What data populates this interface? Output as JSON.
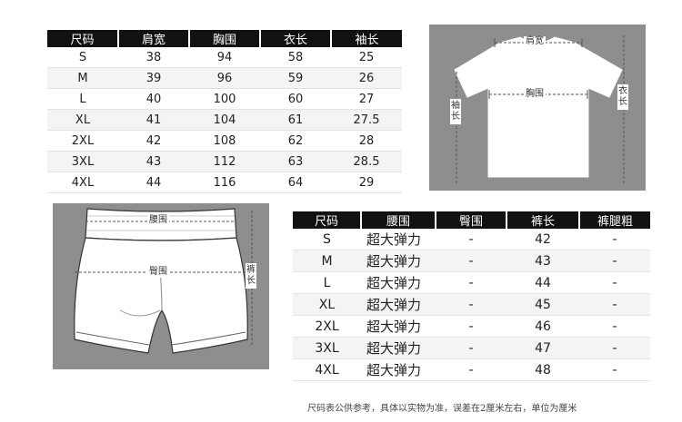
{
  "top_table": {
    "headers": [
      "尺码",
      "肩宽",
      "胸围",
      "衣长",
      "袖长"
    ],
    "rows": [
      [
        "S",
        "38",
        "94",
        "58",
        "25"
      ],
      [
        "M",
        "39",
        "96",
        "59",
        "26"
      ],
      [
        "L",
        "40",
        "100",
        "60",
        "27"
      ],
      [
        "XL",
        "41",
        "104",
        "61",
        "27.5"
      ],
      [
        "2XL",
        "42",
        "108",
        "62",
        "28"
      ],
      [
        "3XL",
        "43",
        "112",
        "63",
        "28.5"
      ],
      [
        "4XL",
        "44",
        "116",
        "64",
        "29"
      ]
    ]
  },
  "tshirt_diagram": {
    "shoulder_label": "肩宽",
    "chest_label": "胸围",
    "sleeve_label": "袖长",
    "length_label": "衣长"
  },
  "shorts_diagram": {
    "waist_label": "腰围",
    "hip_label": "臀围",
    "length_label": "裤长"
  },
  "bottom_table": {
    "headers": [
      "尺码",
      "腰围",
      "臀围",
      "裤长",
      "裤腿粗"
    ],
    "rows": [
      [
        "S",
        "超大弹力",
        "-",
        "42",
        "-"
      ],
      [
        "M",
        "超大弹力",
        "-",
        "43",
        "-"
      ],
      [
        "L",
        "超大弹力",
        "-",
        "44",
        "-"
      ],
      [
        "XL",
        "超大弹力",
        "-",
        "45",
        "-"
      ],
      [
        "2XL",
        "超大弹力",
        "-",
        "46",
        "-"
      ],
      [
        "3XL",
        "超大弹力",
        "-",
        "47",
        "-"
      ],
      [
        "4XL",
        "超大弹力",
        "-",
        "48",
        "-"
      ]
    ]
  },
  "footnote": "尺码表公供参考，具体以实物为准，误差在2厘米左右，单位为厘米"
}
